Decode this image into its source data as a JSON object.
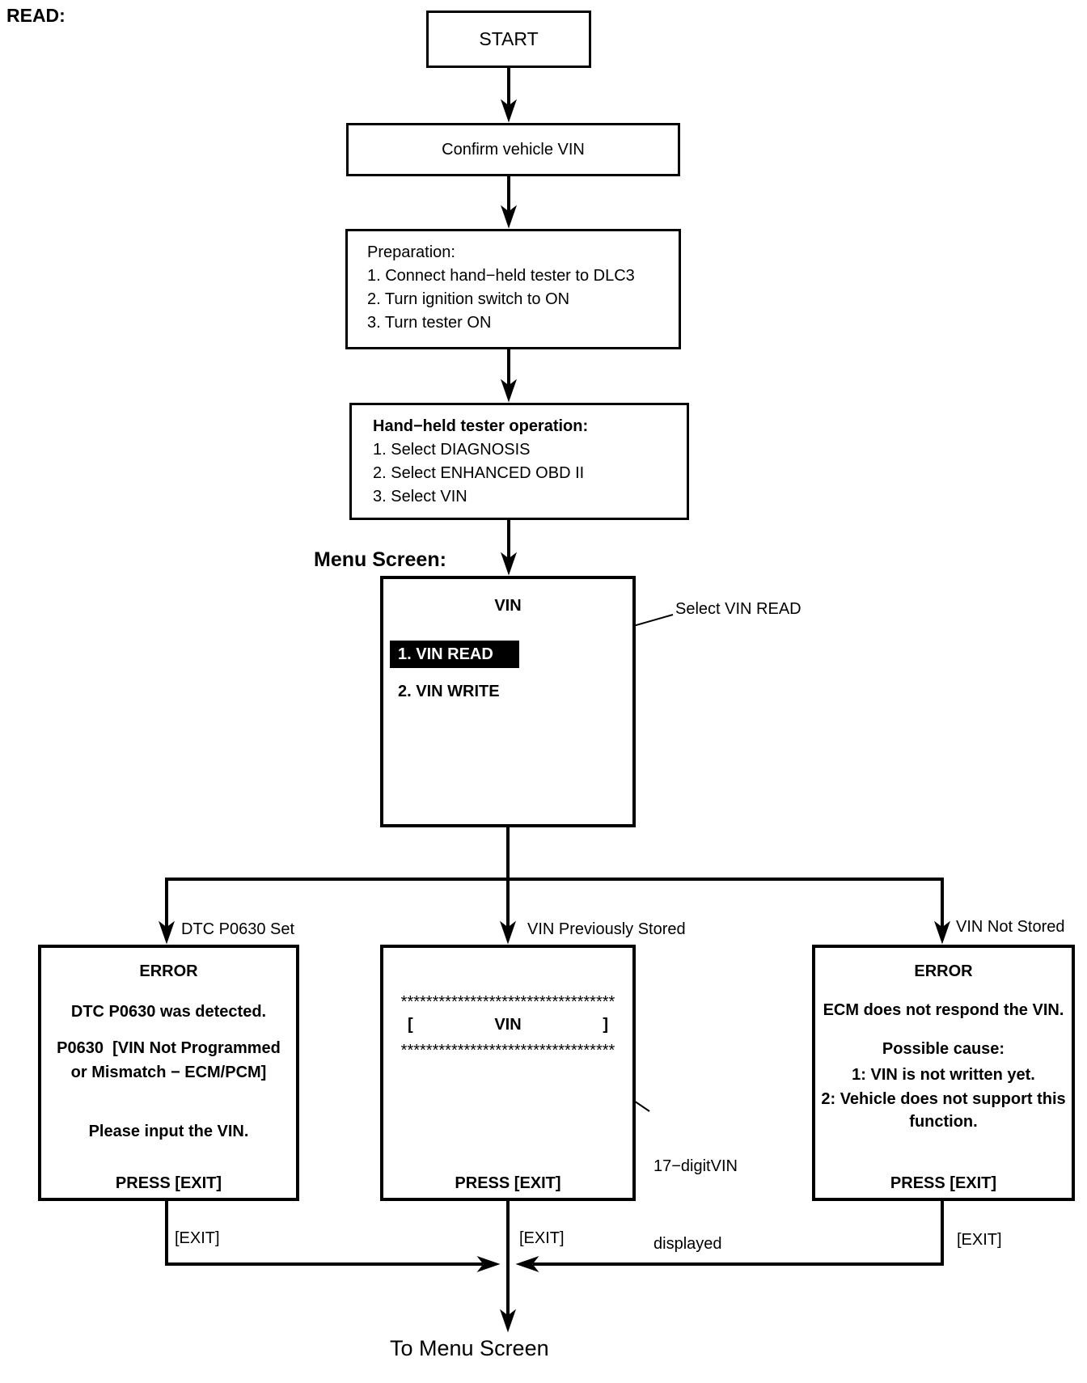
{
  "colors": {
    "ink": "#000000",
    "paper": "#ffffff",
    "highlight_bg": "#000000",
    "highlight_text": "#ffffff"
  },
  "header": {
    "read_label": "READ:"
  },
  "flow": {
    "start_label": "START",
    "confirm_label": "Confirm vehicle VIN",
    "preparation": {
      "title": "Preparation:",
      "steps": [
        "1. Connect hand−held tester to DLC3",
        "2. Turn ignition switch to ON",
        "3. Turn tester ON"
      ]
    },
    "tester_operation": {
      "title": "Hand−held tester operation:",
      "steps": [
        "1. Select DIAGNOSIS",
        "2. Select ENHANCED OBD II",
        "3. Select VIN"
      ]
    },
    "menu_screen_label": "Menu Screen:",
    "menu": {
      "title": "VIN",
      "selected_item": "1. VIN READ",
      "item2": "2. VIN WRITE",
      "callout": "Select VIN READ"
    }
  },
  "branches": {
    "dtc_set": {
      "label": "DTC P0630 Set",
      "title": "ERROR",
      "line1": "DTC P0630 was detected.",
      "line2a": "P0630  [VIN Not Programmed",
      "line2b": "or Mismatch − ECM/PCM]",
      "line3": "Please input the VIN.",
      "press": "PRESS [EXIT]",
      "exit_label": "[EXIT]"
    },
    "stored": {
      "label": "VIN Previously Stored",
      "stars_top": "**********************************",
      "bracket_open": "[",
      "vin": "VIN",
      "bracket_close": "]",
      "stars_bottom": "**********************************",
      "press": "PRESS [EXIT]",
      "exit_label": "[EXIT]",
      "callout_line1": "17−digitVIN",
      "callout_line2": "displayed"
    },
    "not_stored": {
      "label": "VIN Not Stored",
      "title": "ERROR",
      "line1": "ECM does not respond the VIN.",
      "cause_title": "Possible cause:",
      "cause1": "1: VIN is not written yet.",
      "cause2a": "2: Vehicle does not support this",
      "cause2b": "function.",
      "press": "PRESS [EXIT]",
      "exit_label": "[EXIT]"
    }
  },
  "footer": {
    "to_menu": "To Menu Screen"
  }
}
